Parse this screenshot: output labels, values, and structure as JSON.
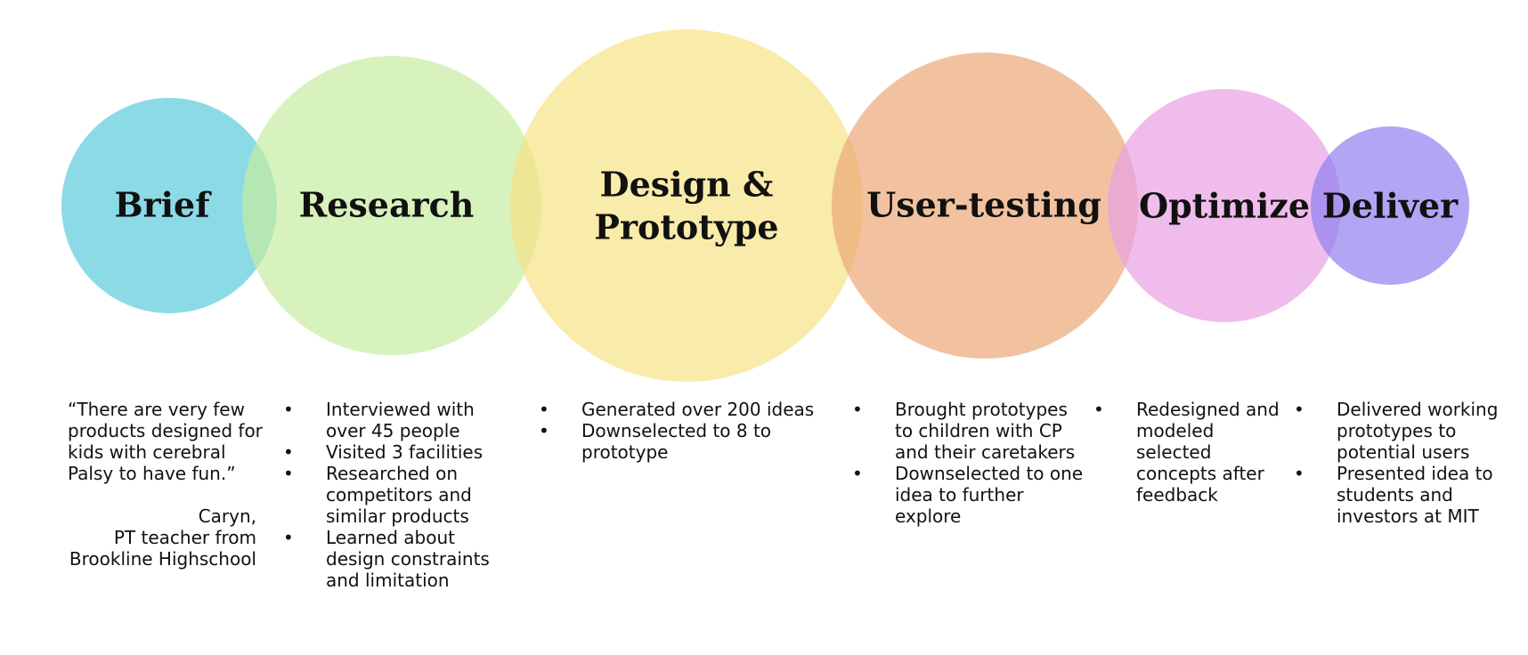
{
  "stages": [
    {
      "id": "brief",
      "title": "Brief",
      "color": "#5ccadd"
    },
    {
      "id": "research",
      "title": "Research",
      "color": "#c6eca0"
    },
    {
      "id": "design",
      "title_line1": "Design &",
      "title_line2": "Prototype",
      "color": "#f6e285"
    },
    {
      "id": "user-testing",
      "title": "User-testing",
      "color": "#eca877"
    },
    {
      "id": "optimize",
      "title": "Optimize",
      "color": "#e8a0e4"
    },
    {
      "id": "deliver",
      "title": "Deliver",
      "color": "#9080f0"
    }
  ],
  "brief": {
    "quote": "“There are very few products designed for kids with cerebral Palsy to have fun.”",
    "attribution_name": "Caryn,",
    "attribution_role": "PT teacher from",
    "attribution_school": "Brookline Highschool"
  },
  "research": {
    "bullets": [
      "Interviewed with over 45 people",
      "Visited 3 facilities",
      "Researched on competitors and similar products",
      "Learned about design constraints and limitation"
    ]
  },
  "design": {
    "bullets": [
      "Generated over 200 ideas",
      "Downselected to 8 to prototype"
    ]
  },
  "user_testing": {
    "bullets": [
      "Brought prototypes to children with CP and their caretakers",
      "Downselected to one idea to further explore"
    ]
  },
  "optimize": {
    "bullets": [
      "Redesigned and modeled selected concepts after feedback"
    ]
  },
  "deliver": {
    "bullets": [
      "Delivered working prototypes to potential users",
      "Presented idea to students and investors at MIT"
    ]
  }
}
